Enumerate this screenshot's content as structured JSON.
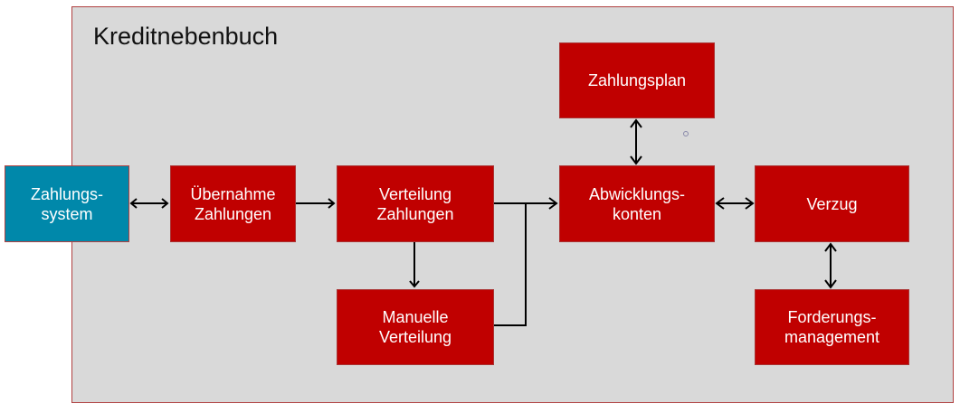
{
  "title": "Kreditnebenbuch",
  "boxes": {
    "zahlungssystem": "Zahlungs-\nsystem",
    "uebernahme": "Übernahme\nZahlungen",
    "verteilung": "Verteilung\nZahlungen",
    "manuelle": "Manuelle\nVerteilung",
    "zahlungsplan": "Zahlungsplan",
    "abwicklung": "Abwicklungs-\nkonten",
    "verzug": "Verzug",
    "forderung": "Forderungs-\nmanagement"
  },
  "colors": {
    "box": "#c00000",
    "external": "#0088aa",
    "background": "#d9d9d9"
  }
}
